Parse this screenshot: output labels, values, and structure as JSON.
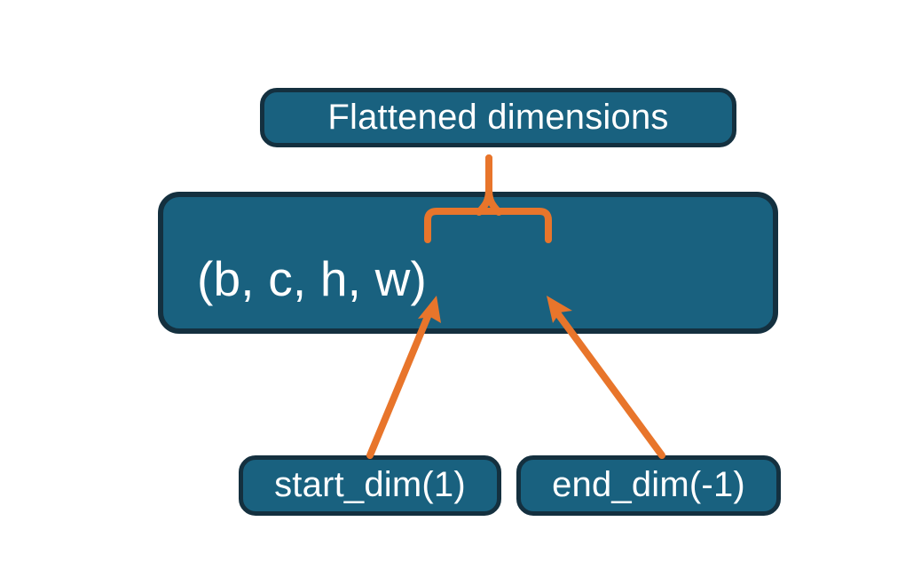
{
  "diagram": {
    "title": "Flatten dimensions diagram",
    "background_color": "#ffffff",
    "node_fill_color": "#19617f",
    "node_border_color": "#14303f",
    "node_text_color": "#ffffff",
    "connector_color": "#e8752b",
    "nodes": {
      "flattened": {
        "label": "Flattened dimensions",
        "role": "annotation-label"
      },
      "dims": {
        "label": "(b, c, h, w)",
        "role": "tensor-shape"
      },
      "start_dim": {
        "label": "start_dim(1)",
        "role": "argument"
      },
      "end_dim": {
        "label": "end_dim(-1)",
        "role": "argument"
      }
    },
    "connectors": [
      {
        "name": "brace-flattened-to-dims",
        "kind": "curly-brace",
        "from": "flattened",
        "to": "dims",
        "spans": "c, h, w"
      },
      {
        "name": "arrow-start-dim-to-c",
        "kind": "arrow",
        "from": "start_dim",
        "to": "dims",
        "points_at": "c"
      },
      {
        "name": "arrow-end-dim-to-w",
        "kind": "arrow",
        "from": "end_dim",
        "to": "dims",
        "points_at": "w"
      }
    ]
  }
}
